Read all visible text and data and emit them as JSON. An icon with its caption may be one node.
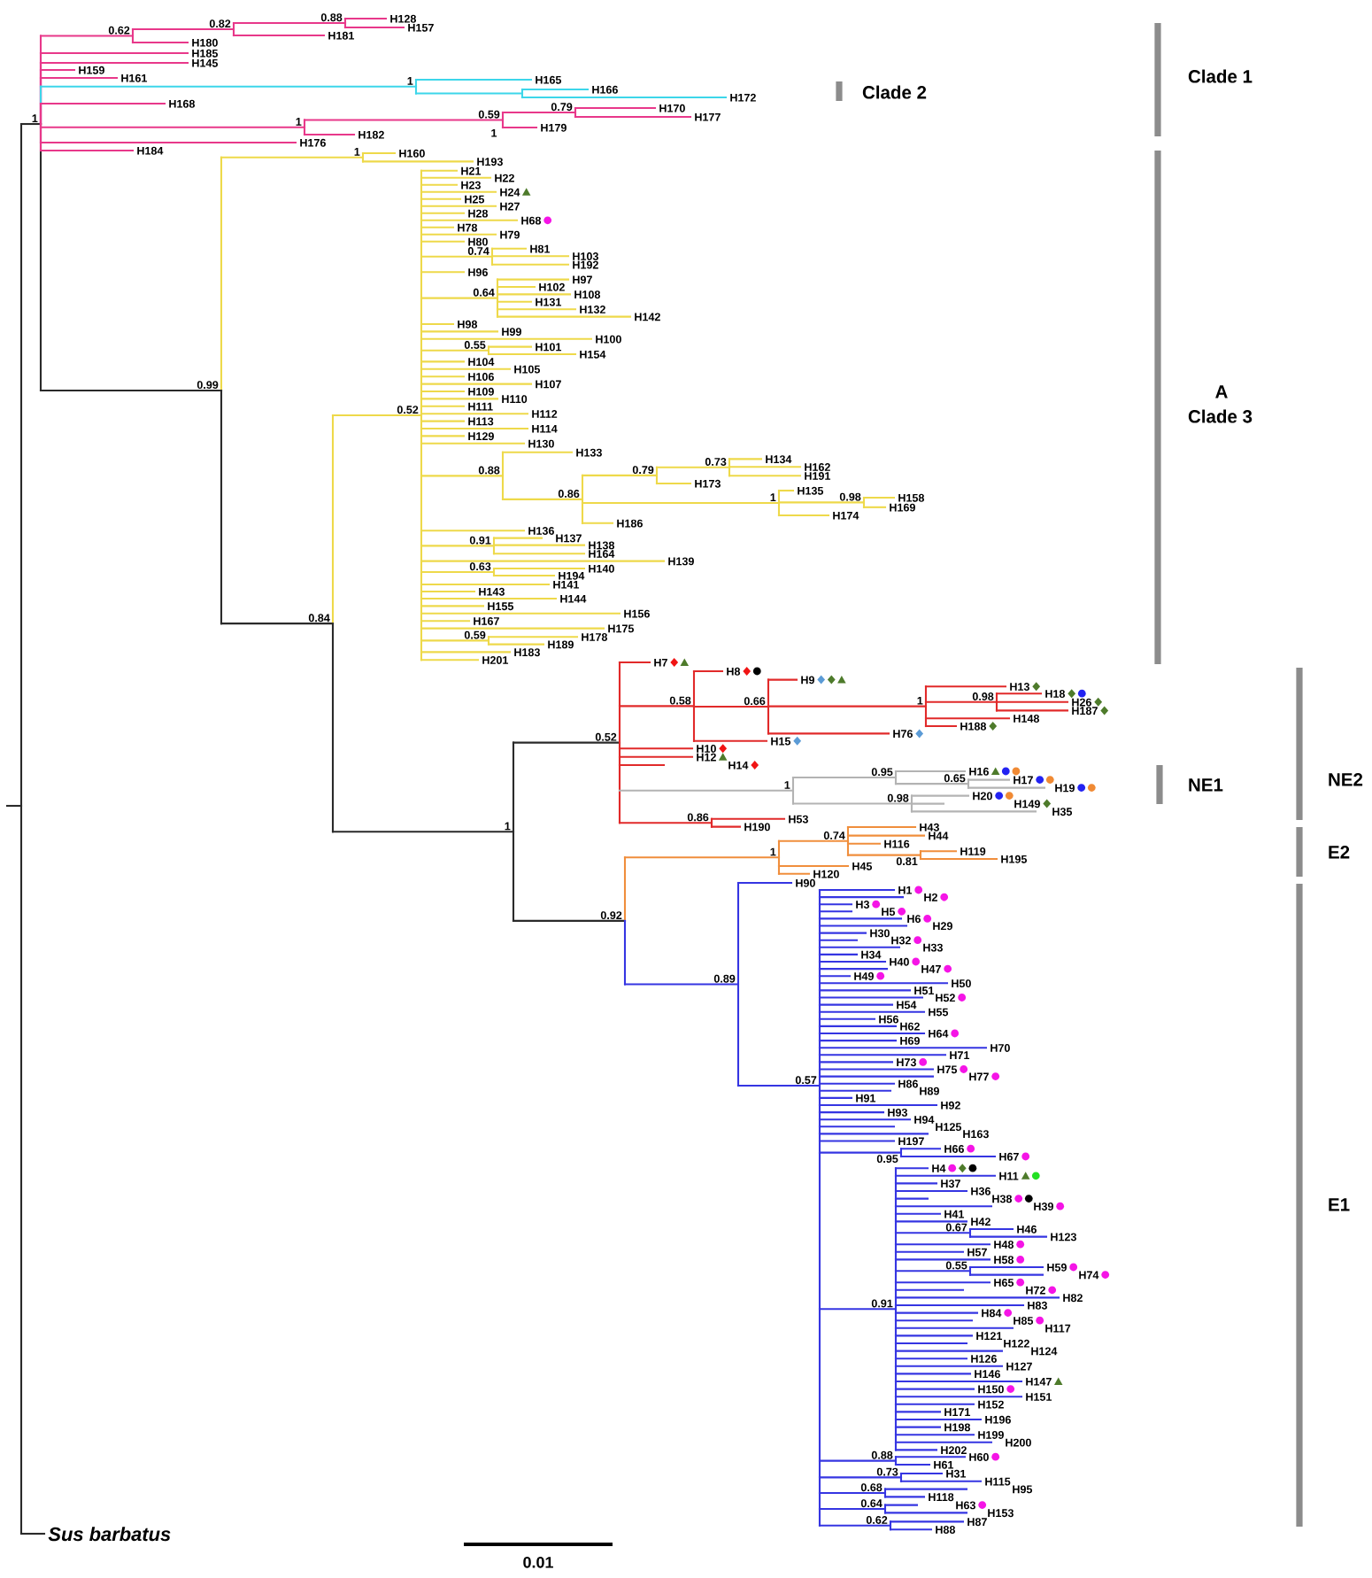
{
  "diagram": {
    "labels": [
      "1",
      "0.62",
      "0.82",
      "0.88",
      "H128",
      "H157",
      "H181",
      "H180",
      "H185",
      "H145",
      "H159",
      "H161",
      "1",
      "H165",
      "H166",
      "H172",
      "H168",
      "1",
      "0.59",
      "0.79",
      "H170",
      "H177",
      "1",
      "H179",
      "H182",
      "H176",
      "H184",
      "0.99",
      "1",
      "H160",
      "H193",
      "0.84",
      "0.52",
      "H21",
      "H22",
      "H23",
      "H24",
      "H25",
      "H27",
      "H28",
      "H68",
      "H78",
      "H79",
      "H80",
      "0.74",
      "H81",
      "H103",
      "H192",
      "H96",
      "0.64",
      "H97",
      "H102",
      "H108",
      "H131",
      "H132",
      "H142",
      "H98",
      "H99",
      "H100",
      "0.55",
      "H101",
      "H154",
      "H104",
      "H105",
      "H106",
      "H107",
      "H109",
      "H110",
      "H111",
      "H112",
      "H113",
      "H114",
      "H129",
      "H130",
      "0.88",
      "H133",
      "0.86",
      "0.79",
      "0.73",
      "H134",
      "H162",
      "H191",
      "H173",
      "1",
      "H135",
      "0.98",
      "H158",
      "H169",
      "H174",
      "H186",
      "H136",
      "0.91",
      "H137",
      "H138",
      "H164",
      "H139",
      "0.63",
      "H140",
      "H194",
      "H141",
      "H143",
      "H144",
      "H155",
      "H156",
      "H167",
      "H175",
      "0.59",
      "H178",
      "H189",
      "H183",
      "H201",
      "1",
      "0.52",
      "H7",
      "0.58",
      "H8",
      "0.66",
      "H9",
      "1",
      "H13",
      "0.98",
      "H18",
      "H26",
      "H187",
      "H148",
      "H188",
      "H76",
      "H15",
      "H10",
      "H12",
      "H14",
      "1",
      "0.95",
      "H16",
      "0.65",
      "H17",
      "H19",
      "0.98",
      "H20",
      "H149",
      "H35",
      "0.86",
      "H53",
      "H190",
      "0.92",
      "1",
      "0.74",
      "H43",
      "H44",
      "H116",
      "0.81",
      "H119",
      "H195",
      "H45",
      "H120",
      "0.89",
      "H90",
      "0.57",
      "H1",
      "H2",
      "H3",
      "H5",
      "H6",
      "H29",
      "H30",
      "H32",
      "H33",
      "H34",
      "H40",
      "H47",
      "H49",
      "H50",
      "H51",
      "H52",
      "H54",
      "H55",
      "H56",
      "H62",
      "H64",
      "H69",
      "H70",
      "H71",
      "H73",
      "H75",
      "H77",
      "H86",
      "H89",
      "H91",
      "H92",
      "H93",
      "H94",
      "H125",
      "H163",
      "H197",
      "0.95",
      "H66",
      "H67",
      "0.91",
      "H4",
      "H11",
      "H37",
      "H36",
      "H38",
      "H39",
      "H41",
      "H42",
      "0.67",
      "H46",
      "H123",
      "H48",
      "H57",
      "H58",
      "0.55",
      "H59",
      "H74",
      "H65",
      "H72",
      "H82",
      "H83",
      "H84",
      "H85",
      "H117",
      "H121",
      "H122",
      "H124",
      "H126",
      "H127",
      "H146",
      "H147",
      "H150",
      "H151",
      "H152",
      "H171",
      "H196",
      "H198",
      "H199",
      "H200",
      "H202",
      "0.88",
      "H60",
      "H61",
      "0.73",
      "H31",
      "H115",
      "0.68",
      "H95",
      "H118",
      "0.64",
      "H63",
      "H153",
      "0.62",
      "H87",
      "H88",
      "Sus barbatus",
      "Clade 1",
      "Clade 2",
      "A",
      "Clade 3",
      "NE2",
      "NE1",
      "E2",
      "E1",
      "0.01"
    ]
  }
}
